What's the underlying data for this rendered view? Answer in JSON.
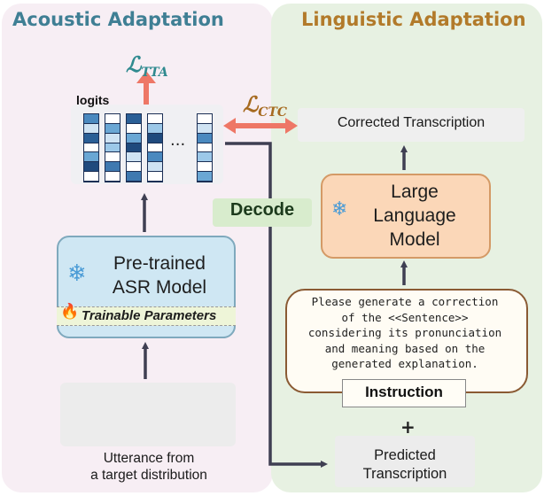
{
  "left": {
    "title": "Acoustic Adaptation",
    "loss_tta_main": "ℒ",
    "loss_tta_sub": "TTA",
    "logits_label": "logits",
    "ellipsis": "...",
    "asr_model_line1": "Pre-trained",
    "asr_model_line2": "ASR Model",
    "trainable_label": "Trainable Parameters",
    "utterance_line1": "Utterance from",
    "utterance_line2": "a target distribution"
  },
  "right": {
    "title": "Linguistic Adaptation",
    "loss_ctc_main": "ℒ",
    "loss_ctc_sub": "CTC",
    "corrected_label": "Corrected Transcription",
    "llm_line1": "Large",
    "llm_line2": "Language",
    "llm_line3": "Model",
    "instruction_lines": [
      "Please generate a correction",
      "of the <<Sentence>>",
      "considering its pronunciation",
      "and meaning based on the",
      "generated explanation."
    ],
    "instruction_label": "Instruction",
    "plus": "+",
    "predicted_line1": "Predicted",
    "predicted_line2": "Transcription"
  },
  "decode_label": "Decode",
  "icons": {
    "snowflake": "snowflake-icon",
    "fire": "fire-icon"
  },
  "colors": {
    "left_panel": "#f7eef4",
    "right_panel": "#e7f1e2",
    "left_title": "#3f7f94",
    "right_title": "#b27a2a",
    "arrow_red": "#ee7766",
    "arrow_dark": "#3f3f52",
    "asr_fill": "#cfe7f3",
    "llm_fill": "#fbd7b8"
  }
}
